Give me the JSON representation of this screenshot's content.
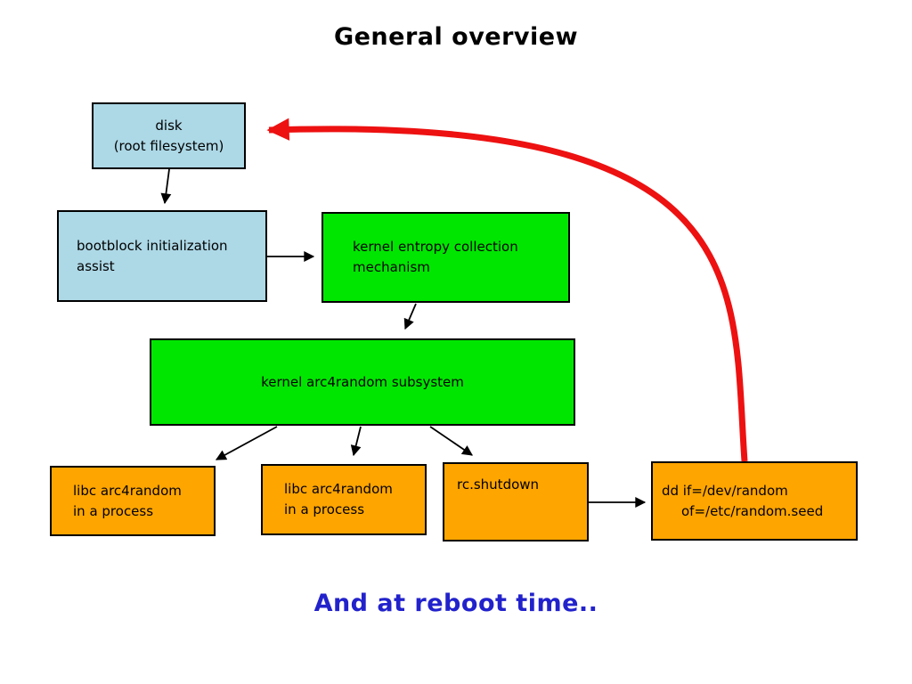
{
  "slide": {
    "title": "General overview",
    "note": "And at reboot time.."
  },
  "nodes": {
    "disk": {
      "line1": "disk",
      "line2": "(root filesystem)",
      "color": "#add8e6"
    },
    "bootblock": {
      "line1": "bootblock initialization",
      "line2": "assist",
      "color": "#add8e6"
    },
    "entropy": {
      "line1": "kernel entropy collection",
      "line2": "mechanism",
      "color": "#00e600"
    },
    "subsystem": {
      "label": "kernel arc4random subsystem",
      "color": "#00e600"
    },
    "libc1": {
      "line1": "libc arc4random",
      "line2": "in a process",
      "color": "#ffa500"
    },
    "libc2": {
      "line1": "libc arc4random",
      "line2": "in a process",
      "color": "#ffa500"
    },
    "rc_shutdown": {
      "label": "rc.shutdown",
      "color": "#ffa500"
    },
    "dd": {
      "line1": "dd if=/dev/random",
      "line2": "of=/etc/random.seed",
      "color": "#ffa500"
    }
  },
  "edges": [
    {
      "from": "disk",
      "to": "bootblock",
      "color": "#000000"
    },
    {
      "from": "bootblock",
      "to": "entropy",
      "color": "#000000"
    },
    {
      "from": "entropy",
      "to": "subsystem",
      "color": "#000000"
    },
    {
      "from": "subsystem",
      "to": "libc1",
      "color": "#000000"
    },
    {
      "from": "subsystem",
      "to": "libc2",
      "color": "#000000"
    },
    {
      "from": "subsystem",
      "to": "rc_shutdown",
      "color": "#000000"
    },
    {
      "from": "rc_shutdown",
      "to": "dd",
      "color": "#000000"
    },
    {
      "from": "dd",
      "to": "disk",
      "color": "#ed1111",
      "style": "thick-curve"
    }
  ],
  "colors": {
    "box_blue": "#add8e6",
    "box_green": "#00e600",
    "box_orange": "#ffa500",
    "arrow_black": "#000000",
    "arrow_red": "#ed1111",
    "note_blue": "#2222cc",
    "title_black": "#000000",
    "background": "#ffffff"
  }
}
